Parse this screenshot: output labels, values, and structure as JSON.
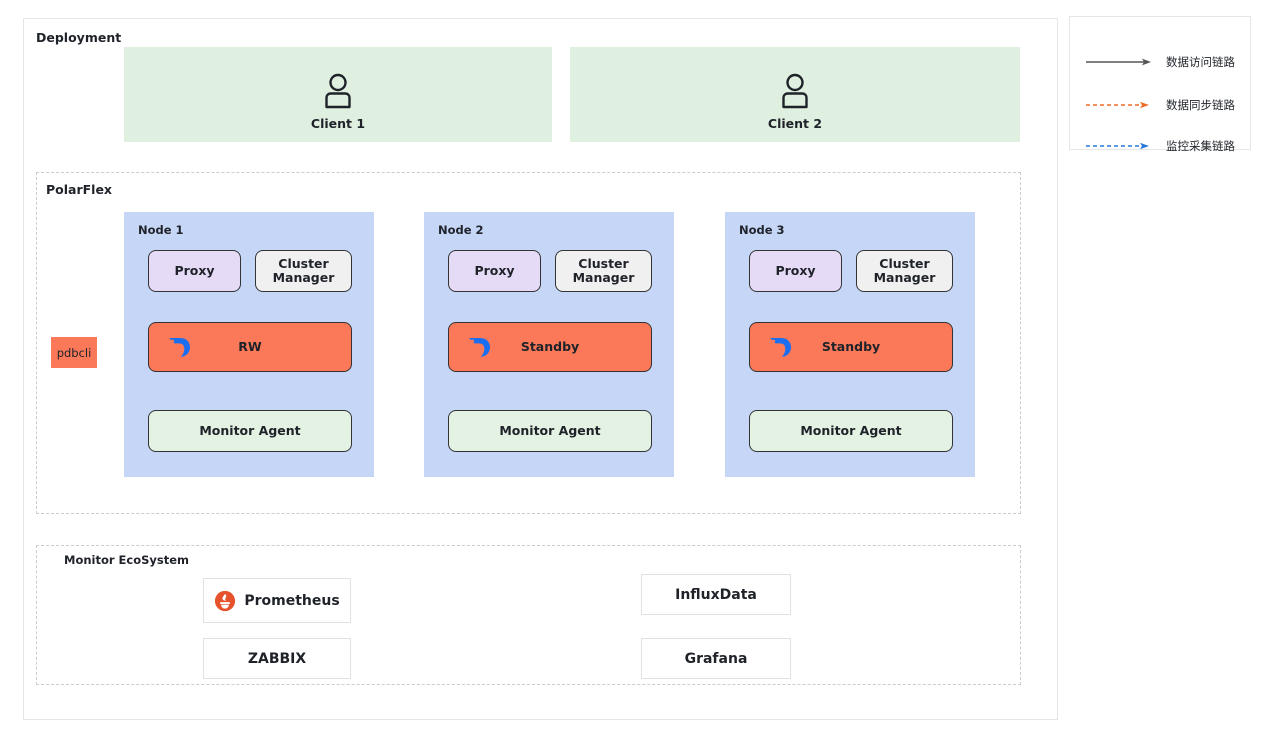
{
  "deployment": {
    "title": "Deployment",
    "clients": [
      {
        "label": "Client 1",
        "icon": "user-icon"
      },
      {
        "label": "Client 2",
        "icon": "user-icon"
      }
    ]
  },
  "polarflex": {
    "title": "PolarFlex",
    "pdbcli_label": "pdbcli",
    "nodes": [
      {
        "title": "Node 1",
        "proxy": "Proxy",
        "cluster_manager": "Cluster Manager",
        "db_role": "RW",
        "db_logo": "polardb-logo",
        "monitor_agent": "Monitor Agent"
      },
      {
        "title": "Node 2",
        "proxy": "Proxy",
        "cluster_manager": "Cluster Manager",
        "db_role": "Standby",
        "db_logo": "polardb-logo",
        "monitor_agent": "Monitor Agent"
      },
      {
        "title": "Node 3",
        "proxy": "Proxy",
        "cluster_manager": "Cluster Manager",
        "db_role": "Standby",
        "db_logo": "polardb-logo",
        "monitor_agent": "Monitor Agent"
      }
    ]
  },
  "ecosystem": {
    "title": "Monitor EcoSystem",
    "items": [
      {
        "label": "Prometheus",
        "icon": "prometheus-logo"
      },
      {
        "label": "InfluxData",
        "icon": ""
      },
      {
        "label": "ZABBIX",
        "icon": ""
      },
      {
        "label": "Grafana",
        "icon": ""
      }
    ]
  },
  "legend": {
    "items": [
      {
        "label": "数据访问链路",
        "style": "solid",
        "color": "#555555"
      },
      {
        "label": "数据同步链路",
        "style": "dashed",
        "color": "#ef6c26"
      },
      {
        "label": "监控采集链路",
        "style": "dashed",
        "color": "#2878d8"
      }
    ]
  },
  "colors": {
    "client_bg": "#dff0e0",
    "node_bg": "#c6d6f7",
    "proxy_bg": "#e6dbf7",
    "cluster_manager_bg": "#f0f0f0",
    "db_bg": "#fb7959",
    "monitor_agent_bg": "#e3f2e3",
    "access_link": "#555555",
    "sync_link": "#ef6c26",
    "monitor_link": "#2878d8"
  }
}
